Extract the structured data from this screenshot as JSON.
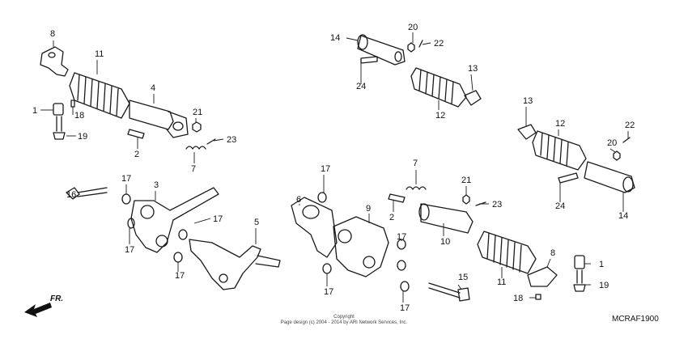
{
  "diagram_code": "MCRAF1900",
  "copyright_line1": "Copyright",
  "copyright_line2": "Page design (c) 2004 - 2014 by ARI Network Services, Inc.",
  "front_label": "FR.",
  "callouts": [
    {
      "label": "8"
    },
    {
      "label": "11"
    },
    {
      "label": "4"
    },
    {
      "label": "1"
    },
    {
      "label": "18"
    },
    {
      "label": "19"
    },
    {
      "label": "2"
    },
    {
      "label": "21"
    },
    {
      "label": "23"
    },
    {
      "label": "7"
    },
    {
      "label": "16"
    },
    {
      "label": "17"
    },
    {
      "label": "3"
    },
    {
      "label": "17"
    },
    {
      "label": "5"
    },
    {
      "label": "17"
    },
    {
      "label": "17"
    },
    {
      "label": "14"
    },
    {
      "label": "20"
    },
    {
      "label": "22"
    },
    {
      "label": "24"
    },
    {
      "label": "13"
    },
    {
      "label": "12"
    },
    {
      "label": "6"
    },
    {
      "label": "17"
    },
    {
      "label": "7"
    },
    {
      "label": "9"
    },
    {
      "label": "2"
    },
    {
      "label": "21"
    },
    {
      "label": "23"
    },
    {
      "label": "10"
    },
    {
      "label": "17"
    },
    {
      "label": "17"
    },
    {
      "label": "17"
    },
    {
      "label": "15"
    },
    {
      "label": "11"
    },
    {
      "label": "8"
    },
    {
      "label": "1"
    },
    {
      "label": "19"
    },
    {
      "label": "18"
    },
    {
      "label": "13"
    },
    {
      "label": "12"
    },
    {
      "label": "22"
    },
    {
      "label": "20"
    },
    {
      "label": "24"
    },
    {
      "label": "14"
    }
  ]
}
